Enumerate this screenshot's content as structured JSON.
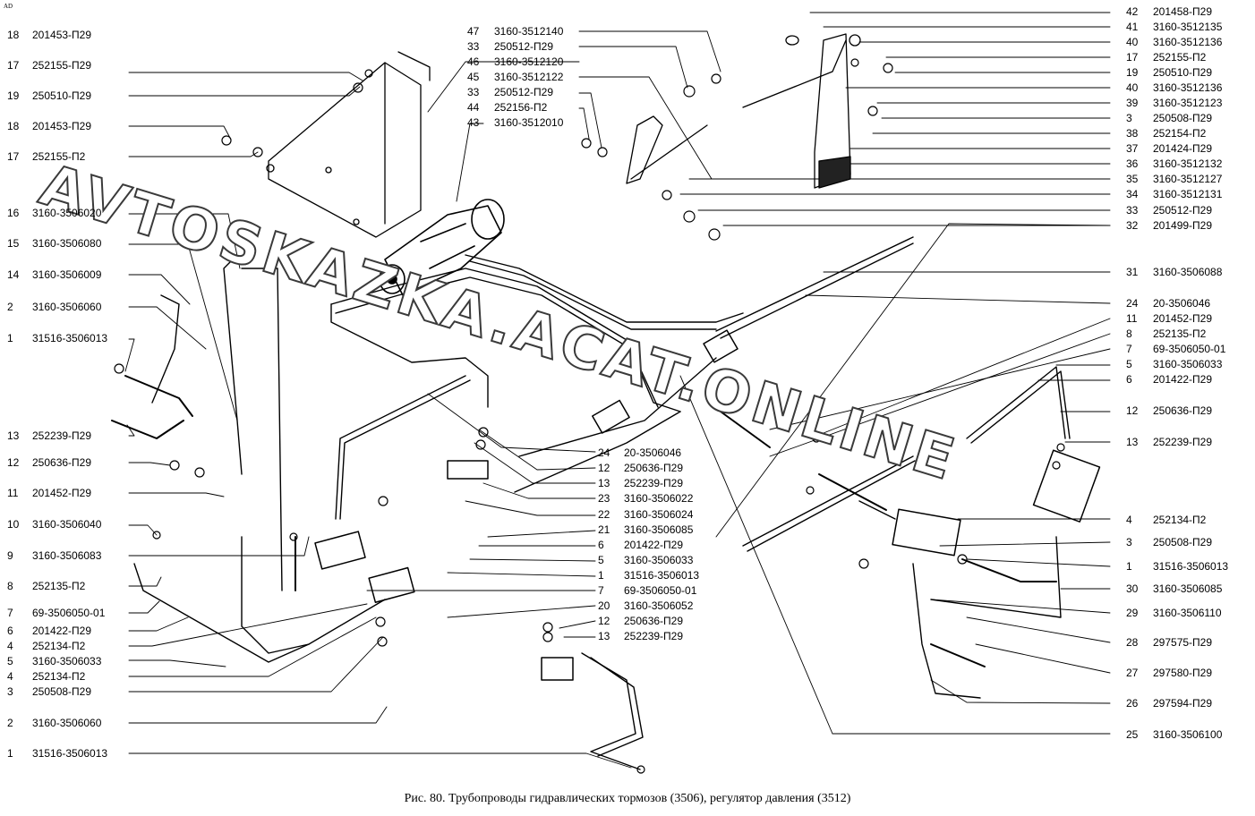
{
  "corner_mark": "AD",
  "caption": "Рис. 80. Трубопроводы гидравлических тормозов (3506), регулятор давления (3512)",
  "watermark": "AVTOSKAZKA.ACAT.ONLINE",
  "left_labels": [
    {
      "n": "18",
      "part": "201453-П29"
    },
    {
      "n": "17",
      "part": "252155-П29"
    },
    {
      "n": "19",
      "part": "250510-П29"
    },
    {
      "n": "18",
      "part": "201453-П29"
    },
    {
      "n": "17",
      "part": "252155-П2"
    },
    {
      "n": "16",
      "part": "3160-3506020"
    },
    {
      "n": "15",
      "part": "3160-3506080"
    },
    {
      "n": "14",
      "part": "3160-3506009"
    },
    {
      "n": "2",
      "part": "3160-3506060"
    },
    {
      "n": "1",
      "part": "31516-3506013"
    },
    {
      "n": "13",
      "part": "252239-П29"
    },
    {
      "n": "12",
      "part": "250636-П29"
    },
    {
      "n": "11",
      "part": "201452-П29"
    },
    {
      "n": "10",
      "part": "3160-3506040"
    },
    {
      "n": "9",
      "part": "3160-3506083"
    },
    {
      "n": "8",
      "part": "252135-П2"
    },
    {
      "n": "7",
      "part": "69-3506050-01"
    },
    {
      "n": "6",
      "part": "201422-П29"
    },
    {
      "n": "4",
      "part": "252134-П2"
    },
    {
      "n": "5",
      "part": "3160-3506033"
    },
    {
      "n": "4",
      "part": "252134-П2"
    },
    {
      "n": "3",
      "part": "250508-П29"
    },
    {
      "n": "2",
      "part": "3160-3506060"
    },
    {
      "n": "1",
      "part": "31516-3506013"
    }
  ],
  "top_center_labels": [
    {
      "n": "47",
      "part": "3160-3512140"
    },
    {
      "n": "33",
      "part": "250512-П29"
    },
    {
      "n": "46",
      "part": "3160-3512120"
    },
    {
      "n": "45",
      "part": "3160-3512122"
    },
    {
      "n": "33",
      "part": "250512-П29"
    },
    {
      "n": "44",
      "part": "252156-П2"
    },
    {
      "n": "43",
      "part": "3160-3512010"
    }
  ],
  "center_labels": [
    {
      "n": "24",
      "part": "20-3506046"
    },
    {
      "n": "12",
      "part": "250636-П29"
    },
    {
      "n": "13",
      "part": "252239-П29"
    },
    {
      "n": "23",
      "part": "3160-3506022"
    },
    {
      "n": "22",
      "part": "3160-3506024"
    },
    {
      "n": "21",
      "part": "3160-3506085"
    },
    {
      "n": "6",
      "part": "201422-П29"
    },
    {
      "n": "5",
      "part": "3160-3506033"
    },
    {
      "n": "1",
      "part": "31516-3506013"
    },
    {
      "n": "7",
      "part": "69-3506050-01"
    },
    {
      "n": "20",
      "part": "3160-3506052"
    },
    {
      "n": "12",
      "part": "250636-П29"
    },
    {
      "n": "13",
      "part": "252239-П29"
    }
  ],
  "right_labels": [
    {
      "n": "42",
      "part": "201458-П29"
    },
    {
      "n": "41",
      "part": "3160-3512135"
    },
    {
      "n": "40",
      "part": "3160-3512136"
    },
    {
      "n": "17",
      "part": "252155-П2"
    },
    {
      "n": "19",
      "part": "250510-П29"
    },
    {
      "n": "40",
      "part": "3160-3512136"
    },
    {
      "n": "39",
      "part": "3160-3512123"
    },
    {
      "n": "3",
      "part": "250508-П29"
    },
    {
      "n": "38",
      "part": "252154-П2"
    },
    {
      "n": "37",
      "part": "201424-П29"
    },
    {
      "n": "36",
      "part": "3160-3512132"
    },
    {
      "n": "35",
      "part": "3160-3512127"
    },
    {
      "n": "34",
      "part": "3160-3512131"
    },
    {
      "n": "33",
      "part": "250512-П29"
    },
    {
      "n": "32",
      "part": "201499-П29"
    },
    {
      "n": "31",
      "part": "3160-3506088"
    },
    {
      "n": "24",
      "part": "20-3506046"
    },
    {
      "n": "11",
      "part": "201452-П29"
    },
    {
      "n": "8",
      "part": "252135-П2"
    },
    {
      "n": "7",
      "part": "69-3506050-01"
    },
    {
      "n": "5",
      "part": "3160-3506033"
    },
    {
      "n": "6",
      "part": "201422-П29"
    }
  ],
  "right_mid_labels": [
    {
      "n": "12",
      "part": "250636-П29"
    },
    {
      "n": "13",
      "part": "252239-П29"
    },
    {
      "n": "4",
      "part": "252134-П2"
    },
    {
      "n": "3",
      "part": "250508-П29"
    },
    {
      "n": "1",
      "part": "31516-3506013"
    },
    {
      "n": "30",
      "part": "3160-3506085"
    },
    {
      "n": "29",
      "part": "3160-3506110"
    },
    {
      "n": "28",
      "part": "297575-П29"
    },
    {
      "n": "27",
      "part": "297580-П29"
    },
    {
      "n": "26",
      "part": "297594-П29"
    },
    {
      "n": "25",
      "part": "3160-3506100"
    }
  ]
}
